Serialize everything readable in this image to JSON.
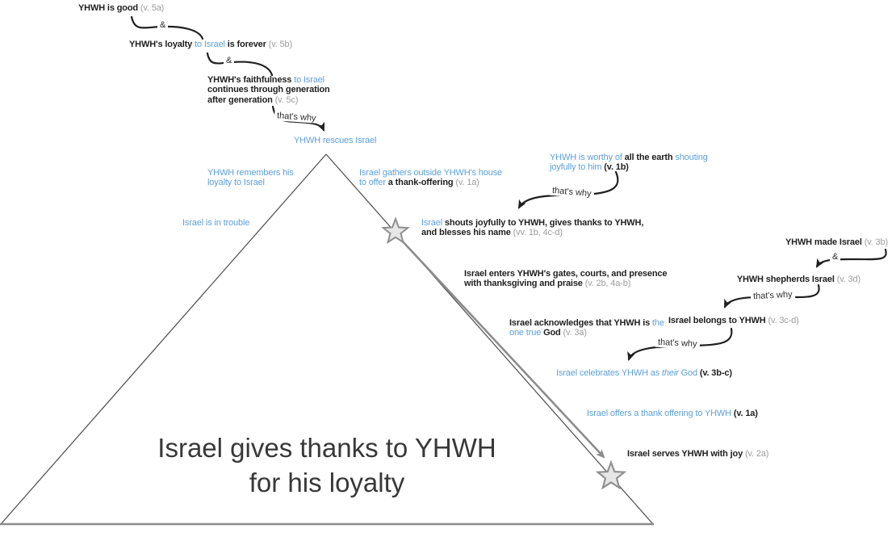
{
  "diagram_title": {
    "line1": "Israel gives thanks to YHWH",
    "line2": "for his loyalty"
  },
  "labels": {
    "and": "&",
    "thats_why": "that's why"
  },
  "colors": {
    "blue_text": "#5d9fd8",
    "ref_gray": "#9c9c9c",
    "dark_text": "#1f1f1f",
    "structure_gray": "#8c8c8c",
    "star_fill": "#e6e6e6"
  },
  "icons": {
    "star1": "star-icon",
    "star2": "star-icon",
    "arrows": "arrowhead-icon"
  },
  "nodes": {
    "good": {
      "parts": [
        "YHWH is good ",
        "(v. 5a)"
      ]
    },
    "loyalty": {
      "parts": [
        "YHWH's loyalty ",
        "to Israel ",
        "is forever ",
        "(v. 5b)"
      ]
    },
    "faithfulness": {
      "parts": [
        "YHWH's faithfulness ",
        "to Israel",
        "continues through generation",
        "after generation ",
        "(v. 5c)"
      ]
    },
    "rescues": {
      "parts": [
        "YHWH rescues Israel"
      ]
    },
    "remembers": {
      "parts": [
        "YHWH remembers his",
        "loyalty to Israel"
      ]
    },
    "trouble": {
      "parts": [
        "Israel is in trouble"
      ]
    },
    "gathers": {
      "parts": [
        "Israel gathers outside YHWH's house",
        "to offer ",
        "a thank-offering ",
        " (v. 1a)"
      ]
    },
    "worthy": {
      "parts": [
        "YHWH is worthy of ",
        "all the earth ",
        "shouting",
        "joyfully to him ",
        "(v. 1b)"
      ]
    },
    "shouts": {
      "parts": [
        "Israel ",
        "shouts joyfully to YHWH, gives thanks to YHWH,",
        "and blesses his name ",
        "(vv. 1b, 4c-d)"
      ]
    },
    "enters": {
      "parts": [
        "Israel enters YHWH's gates, courts, and presence",
        "with thanksgiving and praise ",
        "(v. 2b, 4a-b)"
      ]
    },
    "acknowledges": {
      "parts": [
        "Israel acknowledges that YHWH is ",
        "the",
        "one true ",
        "God ",
        "(v. 3a)"
      ]
    },
    "made": {
      "parts": [
        "YHWH made Israel ",
        "(v. 3b)"
      ]
    },
    "shepherds": {
      "parts": [
        "YHWH shepherds Israel ",
        "(v. 3d)"
      ]
    },
    "belongs": {
      "parts": [
        "Israel belongs to YHWH ",
        "(v. 3c-d)"
      ]
    },
    "celebrates": {
      "parts": [
        "Israel celebrates YHWH as ",
        "their",
        " God ",
        "(v. 3b-c)"
      ]
    },
    "offers": {
      "parts": [
        "Israel offers a thank offering to YHWH ",
        "(v. 1a)"
      ]
    },
    "serves": {
      "parts": [
        "Israel serves YHWH with joy ",
        "(v. 2a)"
      ]
    }
  }
}
